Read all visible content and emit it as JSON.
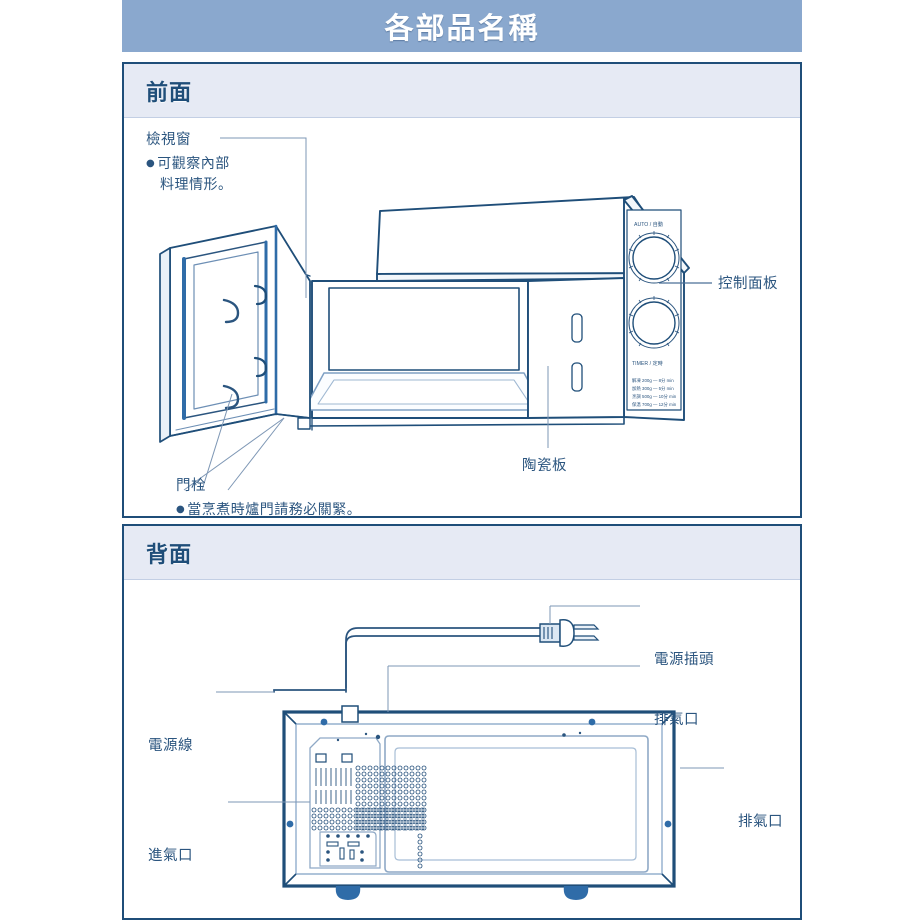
{
  "header": {
    "title": "各部品名稱"
  },
  "sections": [
    {
      "id": "front",
      "title": "前面",
      "callouts": [
        {
          "name": "viewing-window",
          "label": "檢視窗",
          "note": "可觀察內部",
          "note2": "料理情形。"
        },
        {
          "name": "control-panel",
          "label": "控制面板"
        },
        {
          "name": "ceramic-plate",
          "label": "陶瓷板"
        },
        {
          "name": "door-latch",
          "label": "門栓",
          "note": "當烹煮時爐門請務必關緊。"
        }
      ]
    },
    {
      "id": "back",
      "title": "背面",
      "callouts": [
        {
          "name": "power-plug",
          "label": "電源插頭"
        },
        {
          "name": "exhaust-vent-top",
          "label": "排氣口"
        },
        {
          "name": "power-cord",
          "label": "電源線"
        },
        {
          "name": "exhaust-vent-side",
          "label": "排氣口"
        },
        {
          "name": "air-intake",
          "label": "進氣口"
        }
      ]
    }
  ],
  "colors": {
    "header_bar": "#8aa8ce",
    "header_text": "#ffffff",
    "section_border": "#1f4e79",
    "section_head_bg": "#e6eaf4",
    "label_text": "#2b557f",
    "line_art": "#1f4e79",
    "line_art_light": "#8fa9c6"
  }
}
